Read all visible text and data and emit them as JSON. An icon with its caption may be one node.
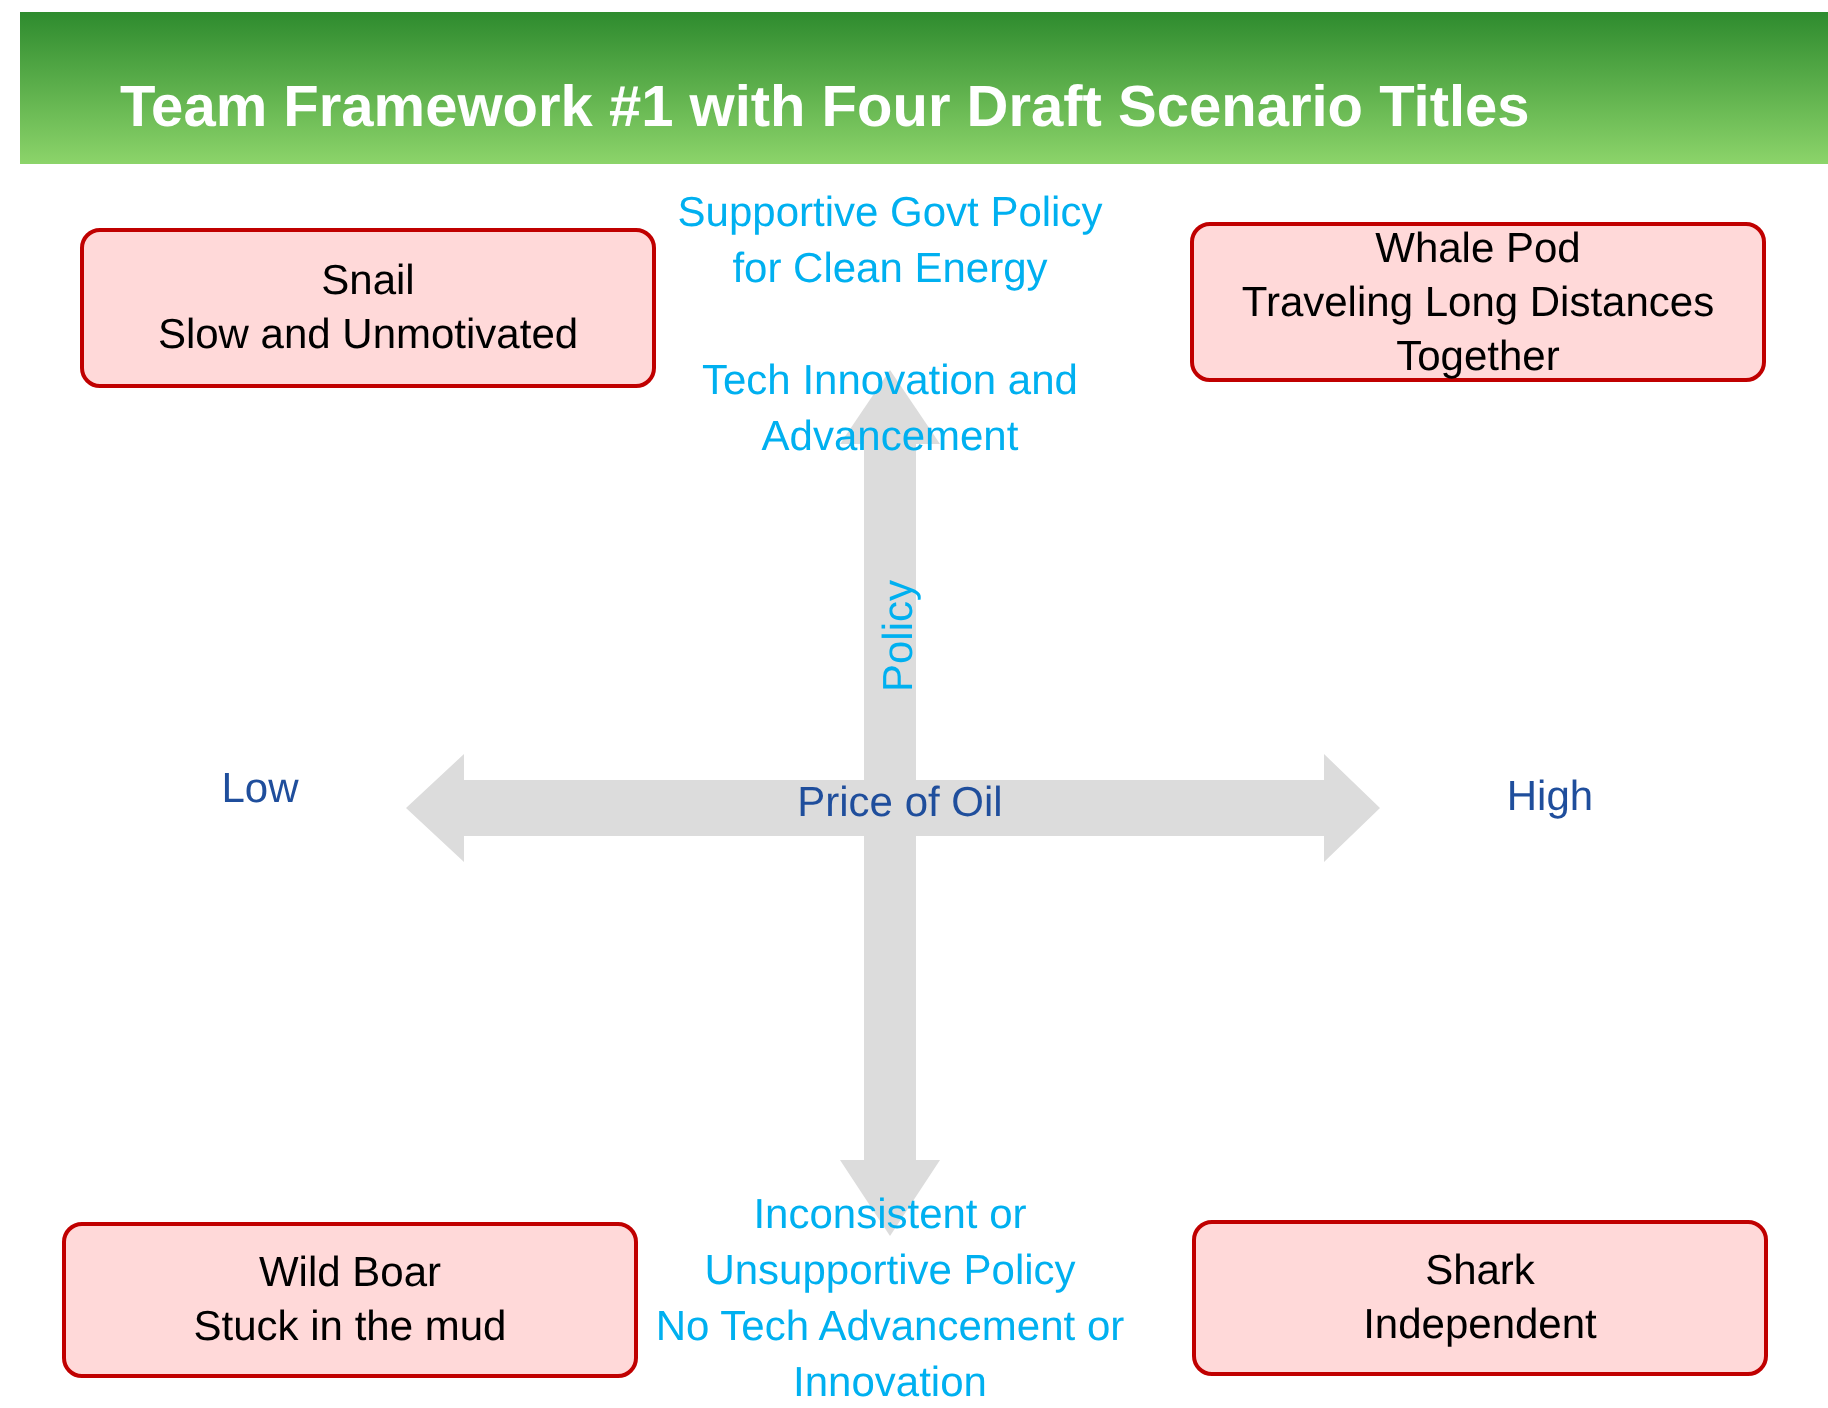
{
  "diagram": {
    "title": "Team Framework #1 with Four Draft Scenario Titles",
    "nodes": [
      {
        "text": [
          "Snail",
          "Slow and Unmotivated"
        ]
      },
      {
        "text": [
          "Whale Pod",
          "Traveling Long Distances Together"
        ]
      },
      {
        "text": [
          "Wild Boar",
          "Stuck in the mud"
        ]
      },
      {
        "text": [
          "Shark",
          "Independent"
        ]
      }
    ],
    "labels": [
      "Supportive Govt Policy for Clean Energy",
      "Tech Innovation and Advancement",
      "Policy",
      "Low",
      "Price of Oil",
      "High",
      "Inconsistent or Unsupportive Policy",
      "No Tech Advancement or Innovation"
    ]
  }
}
